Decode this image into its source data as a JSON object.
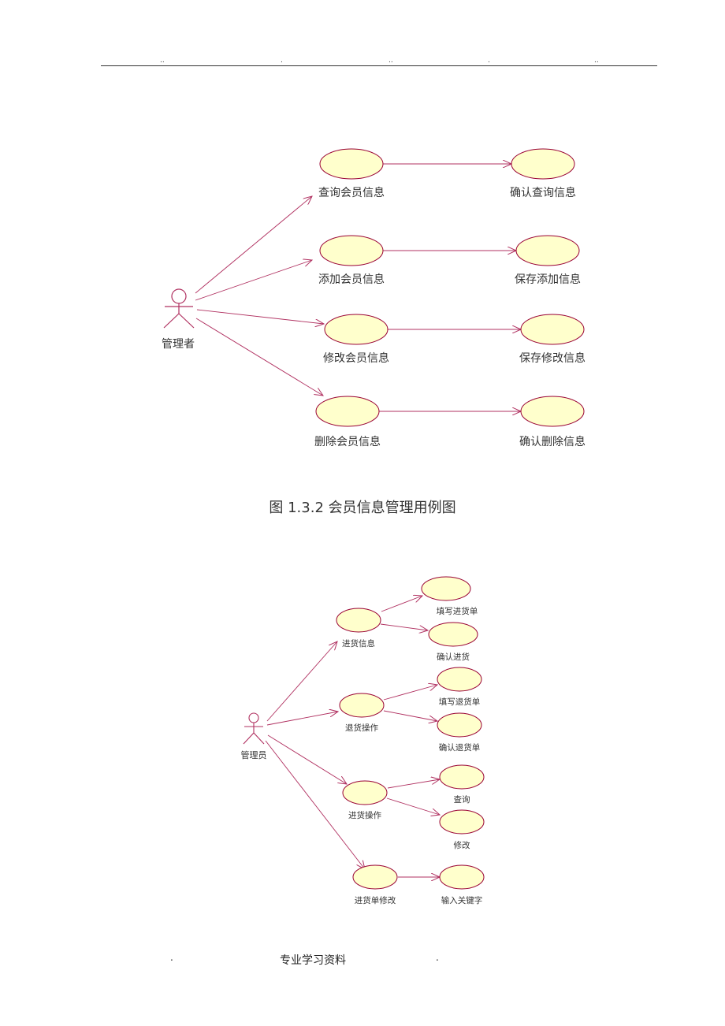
{
  "header": {
    "dots": [
      "..",
      ".",
      "..",
      ".",
      ".."
    ]
  },
  "diagram1": {
    "actor": "管理者",
    "use_cases": [
      {
        "main": "查询会员信息",
        "sub": "确认查询信息"
      },
      {
        "main": "添加会员信息",
        "sub": "保存添加信息"
      },
      {
        "main": "修改会员信息",
        "sub": "保存修改信息"
      },
      {
        "main": "删除会员信息",
        "sub": "确认删除信息"
      }
    ],
    "caption": "图 1.3.2 会员信息管理用例图"
  },
  "diagram2": {
    "actor": "管理员",
    "groups": [
      {
        "main": "进货信息",
        "subs": [
          "填写进货单",
          "确认进货"
        ]
      },
      {
        "main": "退货操作",
        "subs": [
          "填写退货单",
          "确认退货单"
        ]
      },
      {
        "main": "进货操作",
        "subs": [
          "查询",
          "修改"
        ]
      },
      {
        "main": "进货单修改",
        "subs": [
          "输入关键字"
        ]
      }
    ]
  },
  "footer": {
    "text": "专业学习资料",
    "dot_left": ".",
    "dot_right": "."
  },
  "colors": {
    "ellipse_fill": "#ffffcc",
    "ellipse_stroke": "#990033",
    "line": "#b03060"
  }
}
